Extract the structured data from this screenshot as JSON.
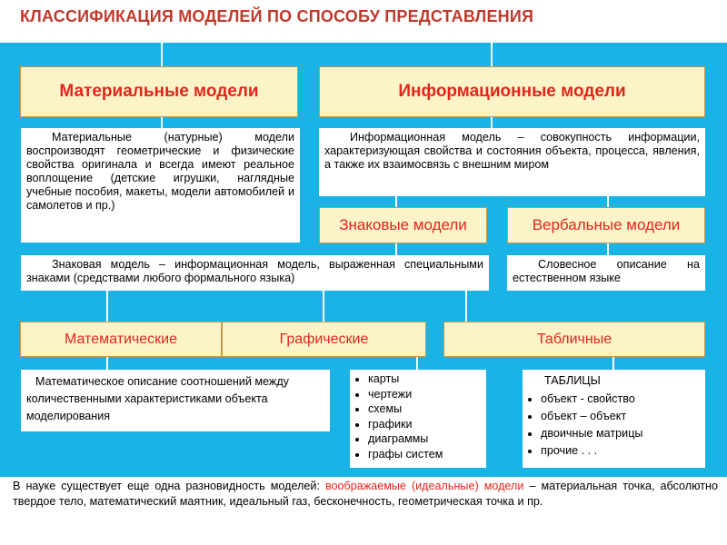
{
  "title": "КЛАССИФИКАЦИЯ  МОДЕЛЕЙ ПО СПОСОБУ ПРЕДСТАВЛЕНИЯ",
  "material": {
    "heading": "Материальные  модели",
    "text": "Материальные (натурные) модели воспроизводят геометрические и физические свойства оригинала и всегда имеют реальное воплощение (детские игрушки, наглядные учебные пособия, макеты, модели автомобилей и самолетов и пр.)"
  },
  "information": {
    "heading": "Информационные  модели",
    "text": "Информационная модель – совокупность информации, характеризующая свойства и состояния объекта, процесса, явления, а также их взаимосвязь с внешним миром"
  },
  "sign": {
    "heading": "Знаковые модели",
    "text": "Знаковая модель – информационная модель, выраженная специальными знаками (средствами любого формального языка)"
  },
  "verbal": {
    "heading": "Вербальные  модели",
    "text": "Словесное описание на естественном  языке"
  },
  "math": {
    "heading": "Математические",
    "text": "Математическое описание соотношений между количественными характеристиками объекта моделирования"
  },
  "graphic": {
    "heading": "Графические",
    "items": [
      "карты",
      "чертежи",
      "схемы",
      "графики",
      "диаграммы",
      "графы систем"
    ]
  },
  "table": {
    "heading": "Табличные",
    "subtitle": "ТАБЛИЦЫ",
    "items": [
      "объект - свойство",
      "объект – объект",
      "двоичные матрицы",
      "прочие . . ."
    ]
  },
  "bottom": {
    "before": "В науке   существует еще одна разновидность моделей: ",
    "highlight": "воображаемые (идеальные) модели",
    "after": " – материальная точка, абсолютно твердое тело, математический маятник, идеальный газ, бесконечность, геометрическая точка и пр."
  },
  "colors": {
    "panel": "#19b3e6",
    "heading_fill": "#fdf3c9",
    "heading_text": "#e2261c",
    "title": "#c0392b"
  }
}
